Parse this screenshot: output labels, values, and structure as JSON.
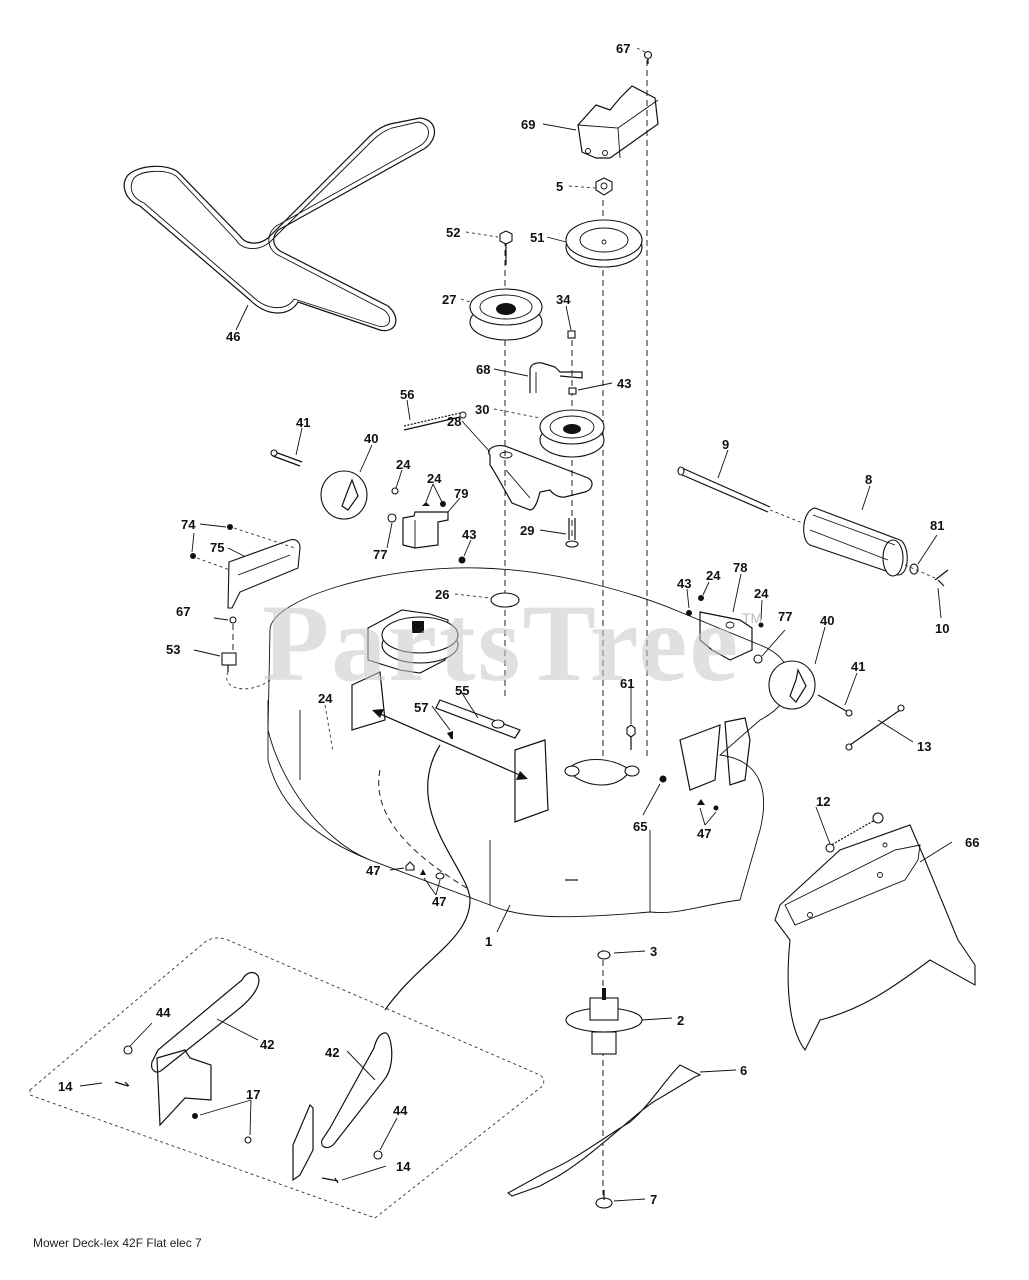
{
  "diagram": {
    "title": "Mower Deck-lex 42F Flat elec 7",
    "watermark": "PartsTree",
    "watermark_tm": "TM",
    "parts": [
      {
        "id": "p67a",
        "number": "67",
        "name": "screw-top"
      },
      {
        "id": "p69",
        "number": "69",
        "name": "belt-cover"
      },
      {
        "id": "p5",
        "number": "5",
        "name": "nut"
      },
      {
        "id": "p52",
        "number": "52",
        "name": "bolt"
      },
      {
        "id": "p51",
        "number": "51",
        "name": "drive-pulley"
      },
      {
        "id": "p27",
        "number": "27",
        "name": "idler-pulley-upper"
      },
      {
        "id": "p34",
        "number": "34",
        "name": "bolt-small"
      },
      {
        "id": "p46",
        "number": "46",
        "name": "v-belt"
      },
      {
        "id": "p68",
        "number": "68",
        "name": "belt-guide"
      },
      {
        "id": "p43a",
        "number": "43",
        "name": "nut-pulley"
      },
      {
        "id": "p56",
        "number": "56",
        "name": "spring"
      },
      {
        "id": "p30",
        "number": "30",
        "name": "idler-pulley-lower"
      },
      {
        "id": "p41a",
        "number": "41",
        "name": "bolt-wheel-left"
      },
      {
        "id": "p40a",
        "number": "40",
        "name": "gauge-wheel-left"
      },
      {
        "id": "p28",
        "number": "28",
        "name": "idler-arm"
      },
      {
        "id": "p24a",
        "number": "24",
        "name": "nut-left-1"
      },
      {
        "id": "p24b",
        "number": "24",
        "name": "nut-left-2"
      },
      {
        "id": "p79",
        "number": "79",
        "name": "bracket-left"
      },
      {
        "id": "p9",
        "number": "9",
        "name": "roller-axle"
      },
      {
        "id": "p8",
        "number": "8",
        "name": "roller"
      },
      {
        "id": "p29",
        "number": "29",
        "name": "shoulder-bolt"
      },
      {
        "id": "p74",
        "number": "74",
        "name": "screw-baffle"
      },
      {
        "id": "p75",
        "number": "75",
        "name": "baffle"
      },
      {
        "id": "p77a",
        "number": "77",
        "name": "washer-left"
      },
      {
        "id": "p43b",
        "number": "43",
        "name": "nut-left"
      },
      {
        "id": "p81",
        "number": "81",
        "name": "washer-roller"
      },
      {
        "id": "p26",
        "number": "26",
        "name": "washer-flat"
      },
      {
        "id": "p43c",
        "number": "43",
        "name": "nut-right"
      },
      {
        "id": "p24c",
        "number": "24",
        "name": "nut-right-1"
      },
      {
        "id": "p78",
        "number": "78",
        "name": "bracket-right"
      },
      {
        "id": "p24d",
        "number": "24",
        "name": "nut-right-2"
      },
      {
        "id": "p10",
        "number": "10",
        "name": "cotter-pin"
      },
      {
        "id": "p67b",
        "number": "67",
        "name": "screw-left"
      },
      {
        "id": "p77b",
        "number": "77",
        "name": "washer-right"
      },
      {
        "id": "p40b",
        "number": "40",
        "name": "gauge-wheel-right"
      },
      {
        "id": "p53",
        "number": "53",
        "name": "connector"
      },
      {
        "id": "p41b",
        "number": "41",
        "name": "bolt-wheel-right"
      },
      {
        "id": "p24e",
        "number": "24",
        "name": "nut-deck"
      },
      {
        "id": "p55",
        "number": "55",
        "name": "deck-link"
      },
      {
        "id": "p57",
        "number": "57",
        "name": "bolt-link"
      },
      {
        "id": "p61",
        "number": "61",
        "name": "spindle-bolt"
      },
      {
        "id": "p13",
        "number": "13",
        "name": "rod"
      },
      {
        "id": "p65",
        "number": "65",
        "name": "nut-spindle"
      },
      {
        "id": "p47a",
        "number": "47",
        "name": "bolt-deck-right"
      },
      {
        "id": "p12",
        "number": "12",
        "name": "chute-spring"
      },
      {
        "id": "p66",
        "number": "66",
        "name": "discharge-chute"
      },
      {
        "id": "p47b",
        "number": "47",
        "name": "bolt-deck-left-1"
      },
      {
        "id": "p47c",
        "number": "47",
        "name": "bolt-deck-left-2"
      },
      {
        "id": "p1",
        "number": "1",
        "name": "mower-deck"
      },
      {
        "id": "p3",
        "number": "3",
        "name": "spindle-washer"
      },
      {
        "id": "p44a",
        "number": "44",
        "name": "nut-hanger-left"
      },
      {
        "id": "p42a",
        "number": "42",
        "name": "hanger-arm-left"
      },
      {
        "id": "p42b",
        "number": "42",
        "name": "hanger-arm-right"
      },
      {
        "id": "p2",
        "number": "2",
        "name": "spindle-assembly"
      },
      {
        "id": "p14a",
        "number": "14",
        "name": "bolt-hanger-left"
      },
      {
        "id": "p17",
        "number": "17",
        "name": "nut-hanger"
      },
      {
        "id": "p44b",
        "number": "44",
        "name": "nut-hanger-right"
      },
      {
        "id": "p6",
        "number": "6",
        "name": "blade"
      },
      {
        "id": "p14b",
        "number": "14",
        "name": "bolt-hanger-right"
      },
      {
        "id": "p7",
        "number": "7",
        "name": "blade-bolt"
      }
    ]
  }
}
